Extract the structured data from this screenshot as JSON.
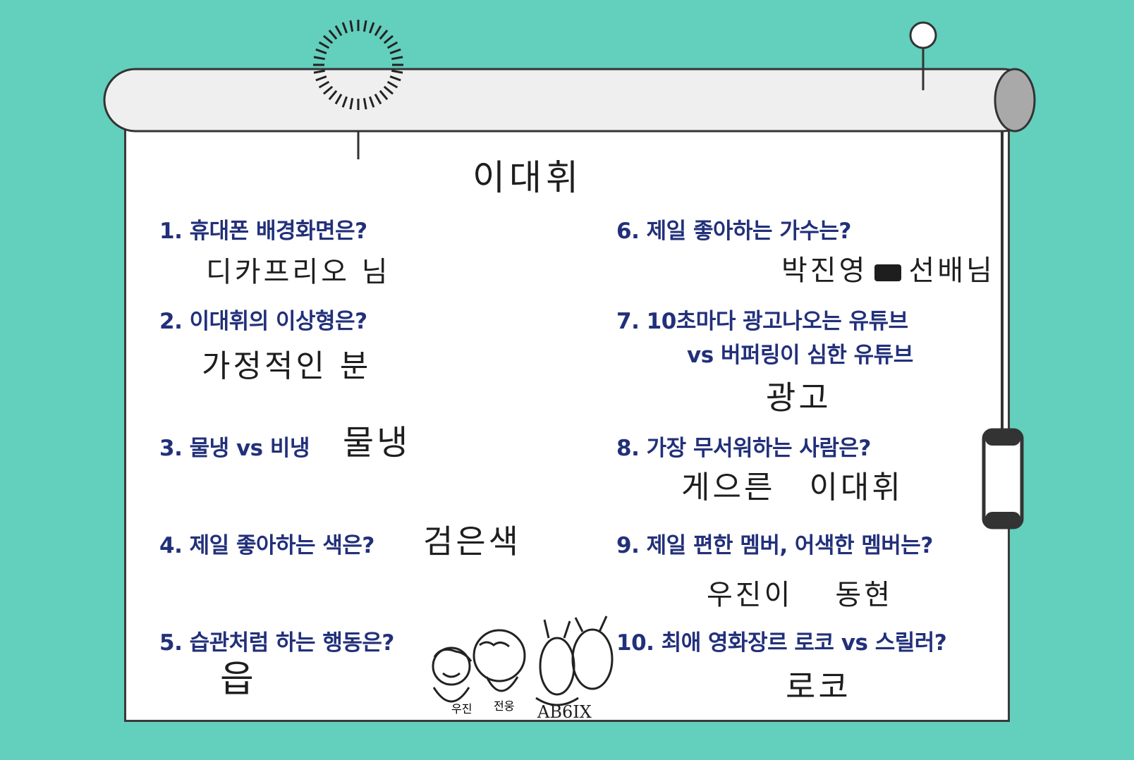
{
  "name": "이대휘",
  "group_label": "AB6IX",
  "colors": {
    "background": "#63cfbd",
    "question": "#22307a",
    "answer": "#1e1e1e"
  },
  "icons": [
    "sun-icon",
    "pin-icon",
    "doodle-members-icon"
  ],
  "questions": [
    {
      "q": "1. 휴대폰 배경화면은?",
      "a": "디카프리오 님"
    },
    {
      "q": "2. 이대휘의 이상형은?",
      "a": "가정적인 분"
    },
    {
      "q": "3. 물냉 vs 비냉",
      "a": "물냉"
    },
    {
      "q": "4. 제일 좋아하는 색은?",
      "a": "검은색"
    },
    {
      "q": "5. 습관처럼 하는 행동은?",
      "a": "읍"
    },
    {
      "q": "6. 제일 좋아하는 가수는?",
      "a": "박진영",
      "a2": "선배님"
    },
    {
      "q": "7. 10초마다 광고나오는 유튜브",
      "q2": "vs 버퍼링이 심한 유튜브",
      "a": "광고"
    },
    {
      "q": "8. 가장 무서워하는 사람은?",
      "a": "게으른",
      "a2": "이대휘"
    },
    {
      "q": "9. 제일 편한 멤버, 어색한 멤버는?",
      "a": "우진이",
      "a2": "동현"
    },
    {
      "q": "10. 최애 영화장르 로코 vs 스릴러?",
      "a": "로코"
    }
  ],
  "doodle_labels": [
    "우진",
    "전웅"
  ]
}
